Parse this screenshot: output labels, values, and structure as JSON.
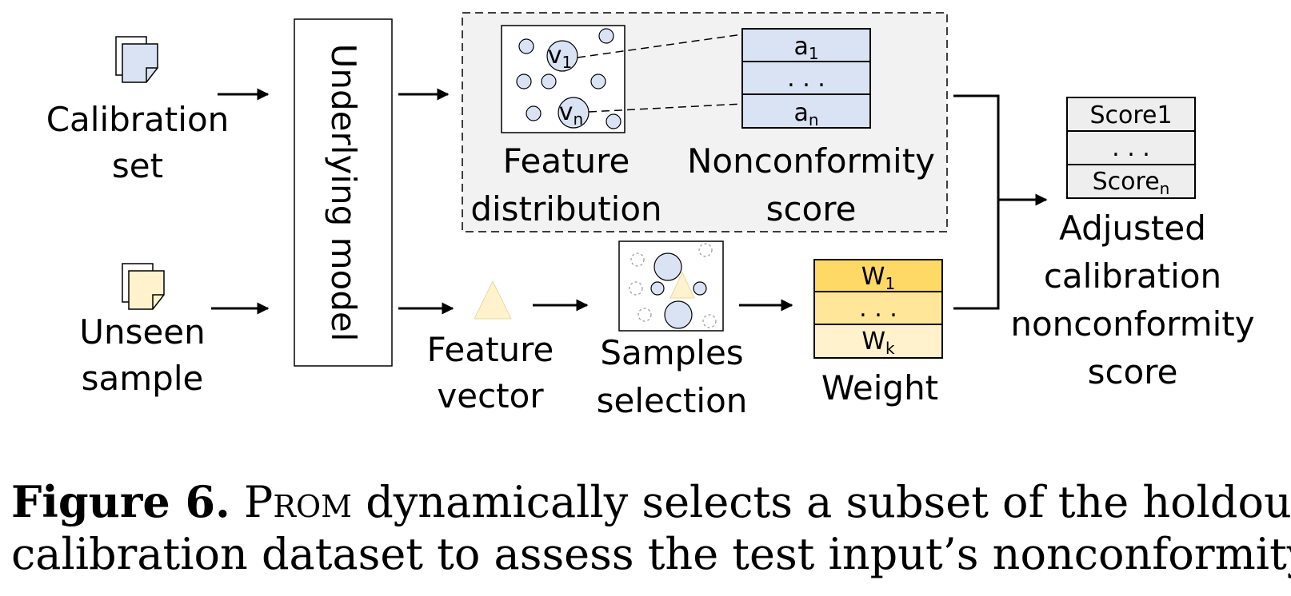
{
  "inputs": {
    "calibration": [
      "Calibration",
      "set"
    ],
    "unseen": [
      "Unseen",
      "sample"
    ]
  },
  "model": {
    "label": "Underlying model"
  },
  "feature_distribution": {
    "label": [
      "Feature",
      "distribution"
    ],
    "node_first": "v",
    "node_first_sub": "1",
    "node_last": "v",
    "node_last_sub": "n"
  },
  "nonconformity": {
    "label": [
      "Nonconformity",
      "score"
    ],
    "rows": [
      {
        "text": "a",
        "sub": "1"
      },
      {
        "text": ". . .",
        "sub": ""
      },
      {
        "text": "a",
        "sub": "n"
      }
    ]
  },
  "feature_vector": {
    "label": [
      "Feature",
      "vector"
    ]
  },
  "samples_selection": {
    "label": [
      "Samples",
      "selection"
    ]
  },
  "weight": {
    "label": "Weight",
    "rows": [
      {
        "text": "W",
        "sub": "1"
      },
      {
        "text": ". . .",
        "sub": ""
      },
      {
        "text": "W",
        "sub": "k"
      }
    ]
  },
  "adjusted": {
    "label": [
      "Adjusted",
      "calibration",
      "nonconformity",
      "score"
    ],
    "rows": [
      {
        "text": "Score1",
        "sub": ""
      },
      {
        "text": ". . .",
        "sub": ""
      },
      {
        "text": "Score",
        "sub": "n"
      }
    ]
  },
  "caption": {
    "figure": "Figure 6.",
    "system": "Prom",
    "line1_rest": " dynamically selects a subset of the holdout",
    "line2": "calibration dataset to assess the test input’s nonconformity."
  },
  "colors": {
    "doc_blue": "#dae3f3",
    "doc_yellow": "#fff2cc",
    "score_blue": "#dae3f3",
    "weight_1": "#ffd966",
    "weight_2": "#ffe699",
    "weight_3": "#fff2cc",
    "adjusted_fill": "#eeeeee",
    "panel_fill": "#f2f2f2"
  }
}
